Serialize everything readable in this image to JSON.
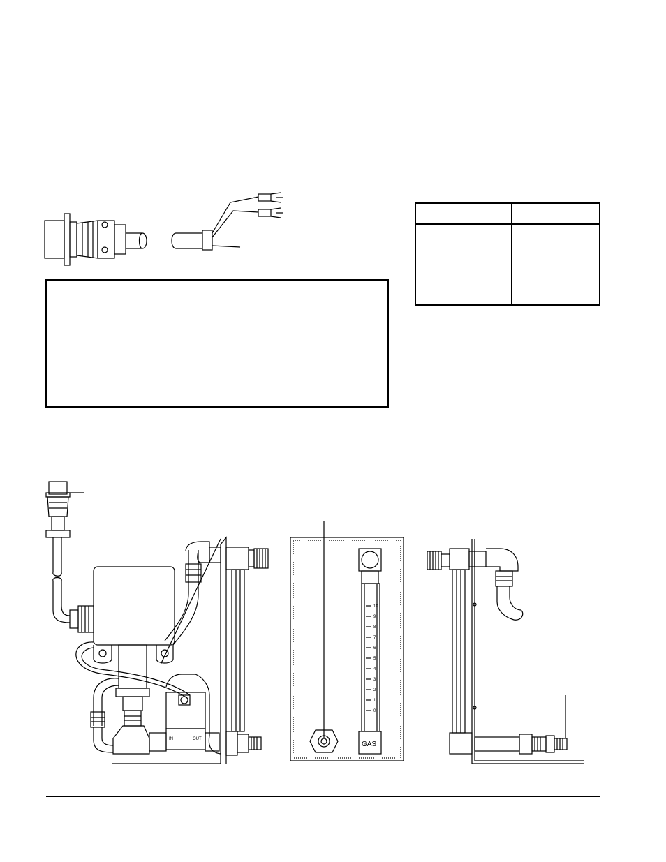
{
  "page": {
    "header_rule": true,
    "footer_rule": true
  },
  "figures": {
    "flowmeter": {
      "scale_labels": [
        "10",
        "9",
        "8",
        "7",
        "6",
        "5",
        "4",
        "3",
        "2",
        "1",
        "0"
      ],
      "gas_label": "GAS"
    },
    "valve": {
      "in_label": "IN",
      "out_label": "OUT"
    }
  },
  "colors": {
    "ink": "#000000",
    "paper": "#ffffff"
  }
}
